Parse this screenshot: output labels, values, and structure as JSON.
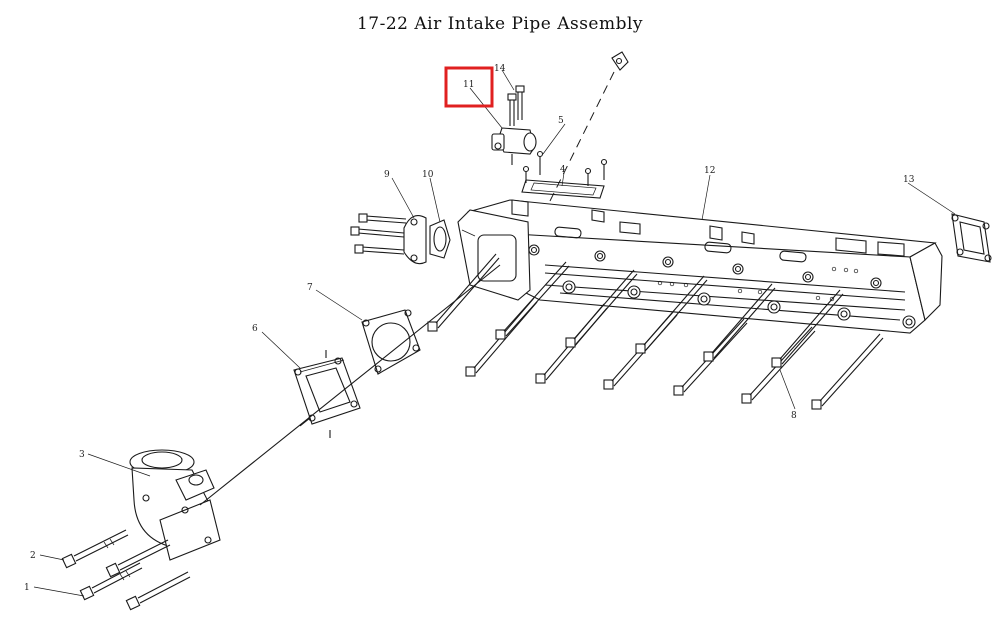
{
  "title": "17-22 Air Intake Pipe Assembly",
  "highlight_color": "#e02020",
  "highlighted_part": "11",
  "callouts": [
    {
      "id": "1",
      "label": "1"
    },
    {
      "id": "2",
      "label": "2"
    },
    {
      "id": "3",
      "label": "3"
    },
    {
      "id": "4",
      "label": "4"
    },
    {
      "id": "5",
      "label": "5"
    },
    {
      "id": "6",
      "label": "6"
    },
    {
      "id": "7",
      "label": "7"
    },
    {
      "id": "8",
      "label": "8"
    },
    {
      "id": "9",
      "label": "9"
    },
    {
      "id": "10",
      "label": "10"
    },
    {
      "id": "11",
      "label": "11"
    },
    {
      "id": "12",
      "label": "12"
    },
    {
      "id": "13",
      "label": "13"
    },
    {
      "id": "14",
      "label": "14"
    }
  ]
}
